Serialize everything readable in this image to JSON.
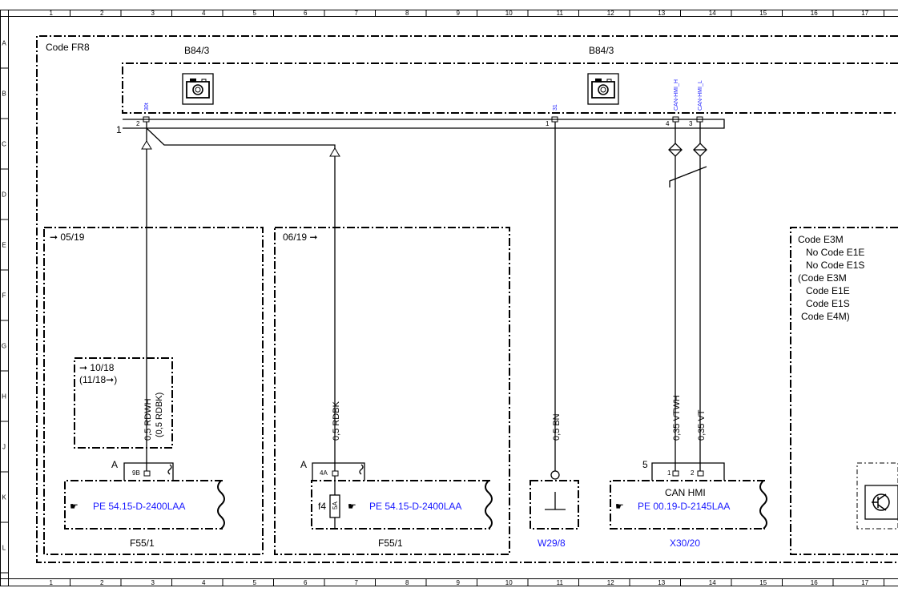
{
  "grid": {
    "columns": [
      "1",
      "2",
      "3",
      "4",
      "5",
      "6",
      "7",
      "8",
      "9",
      "10",
      "11",
      "12",
      "13",
      "14",
      "15",
      "16",
      "17"
    ],
    "rows": [
      "A",
      "B",
      "C",
      "D",
      "E",
      "F",
      "G",
      "H",
      "J",
      "K",
      "L"
    ]
  },
  "frame": {
    "code": "Code FR8"
  },
  "top_component": {
    "label_left": "B84/3",
    "label_right": "B84/3",
    "bus_number": "1",
    "pins": [
      {
        "pin": "2",
        "signal": "30t"
      },
      {
        "pin": "1",
        "signal": "31"
      },
      {
        "pin": "4",
        "signal": "CAN-HMI_H"
      },
      {
        "pin": "3",
        "signal": "CAN-HMI_L"
      }
    ],
    "camera_icon": "camera-icon"
  },
  "box_left": {
    "date": "05/19",
    "sub_date": "10/18",
    "sub_date_paren": "(11/18",
    "connector_letter": "A",
    "pin": "9B",
    "ref": "PE 54.15-D-2400LAA",
    "component": "F55/1",
    "wire": "0,5 RDWH",
    "wire_alt": "(0,5 RDBK)"
  },
  "box_mid": {
    "date": "06/19",
    "connector_letter": "A",
    "pin": "4A",
    "fuse": "f4",
    "fuse_rating": "5A",
    "ref": "PE 54.15-D-2400LAA",
    "component": "F55/1",
    "wire": "0,5 RDBK"
  },
  "ground": {
    "component": "W29/8",
    "wire": "0,5 BN"
  },
  "can": {
    "connector_number": "5",
    "pin_h": "1",
    "pin_l": "2",
    "title": "CAN HMI",
    "ref": "PE 00.19-D-2145LAA",
    "component": "X30/20",
    "wire_h": "0,35 VTWH",
    "wire_l": "0,35 VT"
  },
  "code_box": {
    "lines": [
      "Code E3M",
      "No  Code E1E",
      "No  Code E1S",
      "(Code E3M",
      "Code E1E",
      "Code E1S",
      "Code E4M)"
    ]
  },
  "icons": {
    "hand_pointer": "hand-pointer-icon",
    "transistor": "transistor-icon",
    "ground": "ground-icon"
  },
  "colors": {
    "link_blue": "#1a1aff"
  }
}
